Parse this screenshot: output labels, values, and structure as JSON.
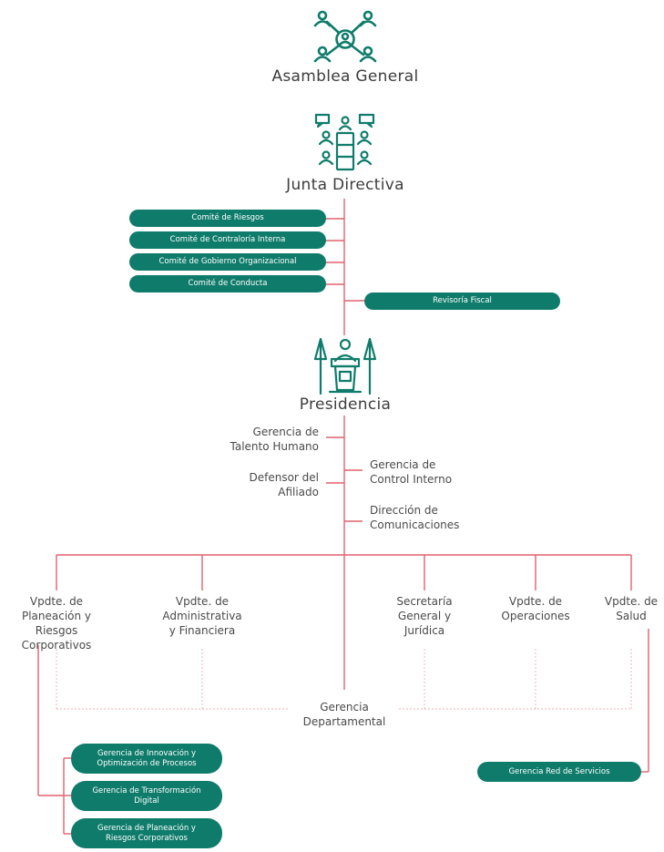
{
  "top": {
    "asamblea": "Asamblea General",
    "junta": "Junta Directiva",
    "presidencia": "Presidencia"
  },
  "committees": [
    "Comité de Riesgos",
    "Comité de Contraloría Interna",
    "Comité de Gobierno Organizacional",
    "Comité de Conducta"
  ],
  "revisoria": "Revisoría Fiscal",
  "presidencia_units": {
    "talento": [
      "Gerencia de",
      "Talento Humano"
    ],
    "defensor": [
      "Defensor del",
      "Afiliado"
    ],
    "control": [
      "Gerencia de",
      "Control Interno"
    ],
    "comunicaciones": [
      "Dirección de",
      "Comunicaciones"
    ]
  },
  "vicepresidencias": {
    "planeacion": [
      "Vpdte. de",
      "Planeación y",
      "Riesgos",
      "Corporativos"
    ],
    "administrativa": [
      "Vpdte. de",
      "Administrativa",
      "y Financiera"
    ],
    "secretaria": [
      "Secretaría",
      "General y",
      "Jurídica"
    ],
    "operaciones": [
      "Vpdte. de",
      "Operaciones"
    ],
    "salud": [
      "Vpdte. de",
      "Salud"
    ]
  },
  "gerencia_departamental": [
    "Gerencia",
    "Departamental"
  ],
  "planeacion_children": [
    [
      "Gerencia de Innovación y",
      "Optimización de Procesos"
    ],
    [
      "Gerencia de Transformación",
      "Digital"
    ],
    [
      "Gerencia de Planeación y",
      "Riesgos Corporativos"
    ]
  ],
  "salud_child": "Gerencia Red de Servicios",
  "colors": {
    "teal": "#0f7c6b",
    "line": "#e0606d",
    "dotted": "#f0b0b6",
    "text": "#3d3d3d"
  },
  "icons": {
    "asamblea": "people-network-icon",
    "junta": "board-meeting-icon",
    "presidencia": "podium-speaker-icon"
  }
}
